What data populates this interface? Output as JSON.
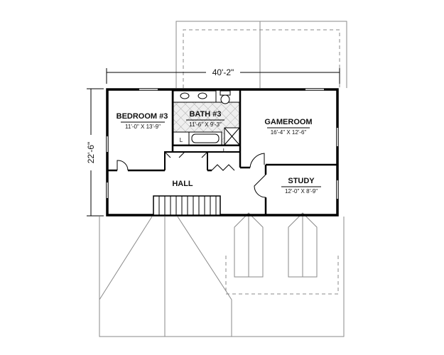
{
  "plan": {
    "overall_width": "40'-2\"",
    "overall_depth": "22'-6\"",
    "rooms": {
      "bedroom3": {
        "name": "BEDROOM #3",
        "size": "11'-0\" X 13'-9\""
      },
      "bath3": {
        "name": "BATH #3",
        "size": "11'-6\" X 9'-3\""
      },
      "gameroom": {
        "name": "GAMEROOM",
        "size": "16'-4\" X 12'-6\""
      },
      "study": {
        "name": "STUDY",
        "size": "12'-0\" X 8'-9\""
      },
      "hall": {
        "name": "HALL"
      }
    },
    "closet_marks": {
      "linen": "L",
      "closet": "L"
    }
  }
}
